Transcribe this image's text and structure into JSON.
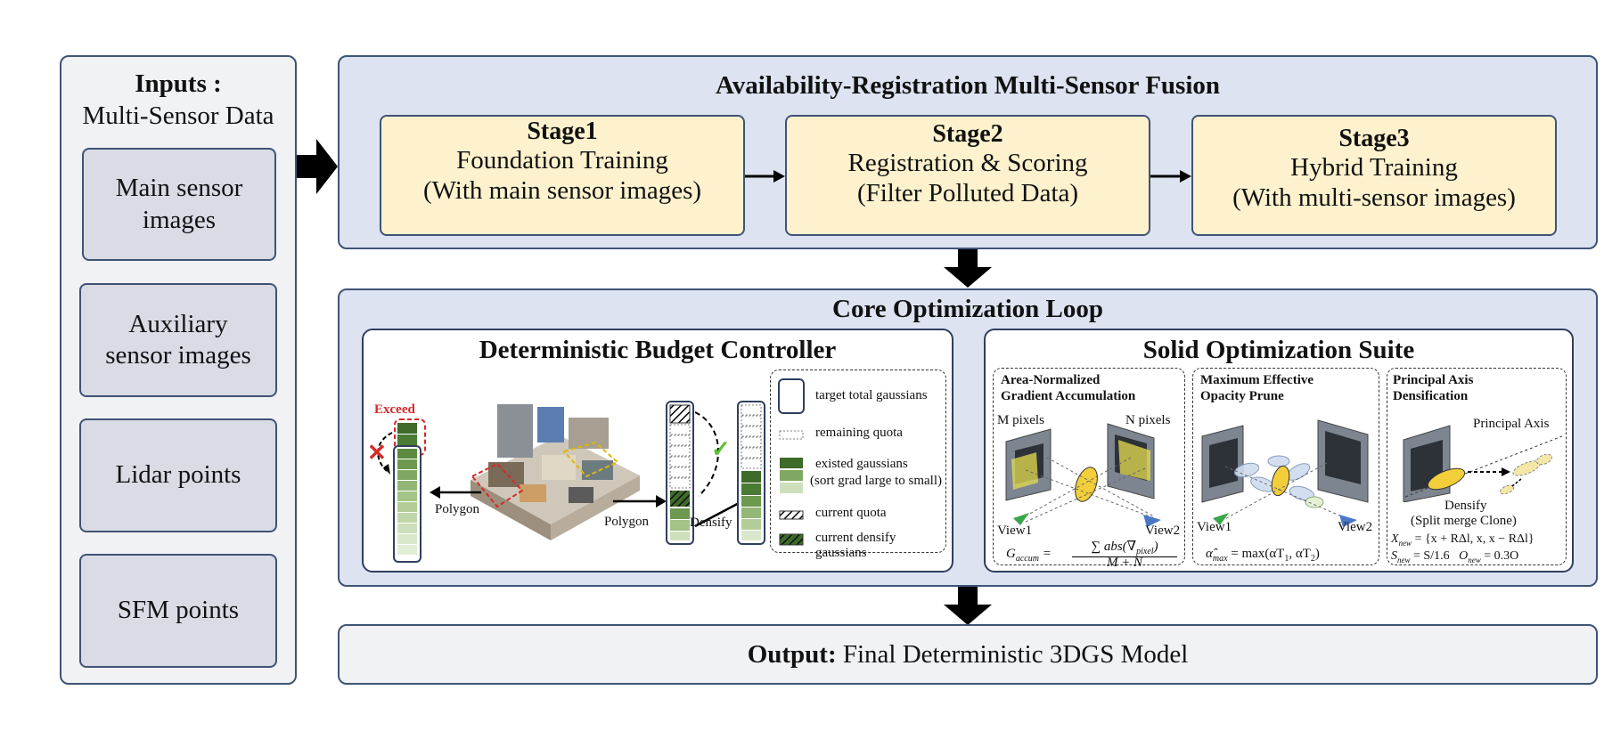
{
  "inputs": {
    "title": "Inputs :",
    "subtitle": "Multi-Sensor Data",
    "items": [
      {
        "label_lines": [
          "Main sensor",
          "images"
        ]
      },
      {
        "label_lines": [
          "Auxiliary",
          "sensor images"
        ]
      },
      {
        "label_lines": [
          "Lidar points"
        ]
      },
      {
        "label_lines": [
          "SFM points"
        ]
      }
    ]
  },
  "fusion": {
    "title": "Availability-Registration Multi-Sensor Fusion",
    "stages": [
      {
        "title": "Stage1",
        "line1": "Foundation Training",
        "line2": "(With main sensor images)"
      },
      {
        "title": "Stage2",
        "line1": "Registration & Scoring",
        "line2": "(Filter Polluted Data)"
      },
      {
        "title": "Stage3",
        "line1": "Hybrid Training",
        "line2": "(With multi-sensor images)"
      }
    ]
  },
  "core": {
    "title": "Core Optimization Loop",
    "budget": {
      "title": "Deterministic Budget Controller",
      "exceed_label": "Exceed",
      "polygon_left": "Polygon",
      "polygon_right": "Polygon",
      "densify_label": "Densify",
      "legend": [
        {
          "label": "target total gaussians"
        },
        {
          "label": "remaining quota"
        },
        {
          "label": "existed gaussians"
        },
        {
          "label": "(sort grad large to small)"
        },
        {
          "label": "current quota"
        },
        {
          "label": "current densify gaussians"
        }
      ]
    },
    "suite": {
      "title": "Solid Optimization Suite",
      "area": {
        "title_line1": "Area-Normalized",
        "title_line2": "Gradient Accumulation",
        "m_pixels": "M pixels",
        "n_pixels": "N pixels",
        "view1": "View1",
        "view2": "View2",
        "formula_lhs": "G",
        "formula_lhs_sub": "accum",
        "formula_num": "∑ abs(∇",
        "formula_num_sub": "pixel",
        "formula_num_end": ")",
        "formula_den": "M + N"
      },
      "opacity": {
        "title_line1": "Maximum Effective",
        "title_line2": "Opacity Prune",
        "view1": "View1",
        "view2": "View2",
        "formula": "α̂",
        "formula_sub": "max",
        "formula_rhs": " = max(αT",
        "formula_t1": "1",
        "formula_mid": ", αT",
        "formula_t2": "2",
        "formula_end": ")"
      },
      "principal": {
        "title_line1": "Principal Axis",
        "title_line2": "Densification",
        "axis_label": "Principal Axis",
        "densify_label": "Densify",
        "densify_note": "(Split merge Clone)",
        "formula1": "X",
        "formula1_sub": "new",
        "formula1_rhs": " = {x + RΔl, x, x − RΔl}",
        "formula2a": "S",
        "formula2a_sub": "new",
        "formula2a_rhs": " = S/1.6",
        "formula2b": "O",
        "formula2b_sub": "new",
        "formula2b_rhs": " = 0.3O"
      }
    }
  },
  "output": {
    "bold": "Output:",
    "rest": " Final Deterministic 3DGS Model"
  },
  "colors": {
    "panel_blue": "#dde3f1",
    "stage_yellow": "#fdf2cd",
    "border": "#3f5376",
    "exceed_red": "#d42a2a",
    "check_green": "#5fbf3a",
    "gauss_dark": "#3e6a2a",
    "gauss_light": "#cfe3bb"
  }
}
